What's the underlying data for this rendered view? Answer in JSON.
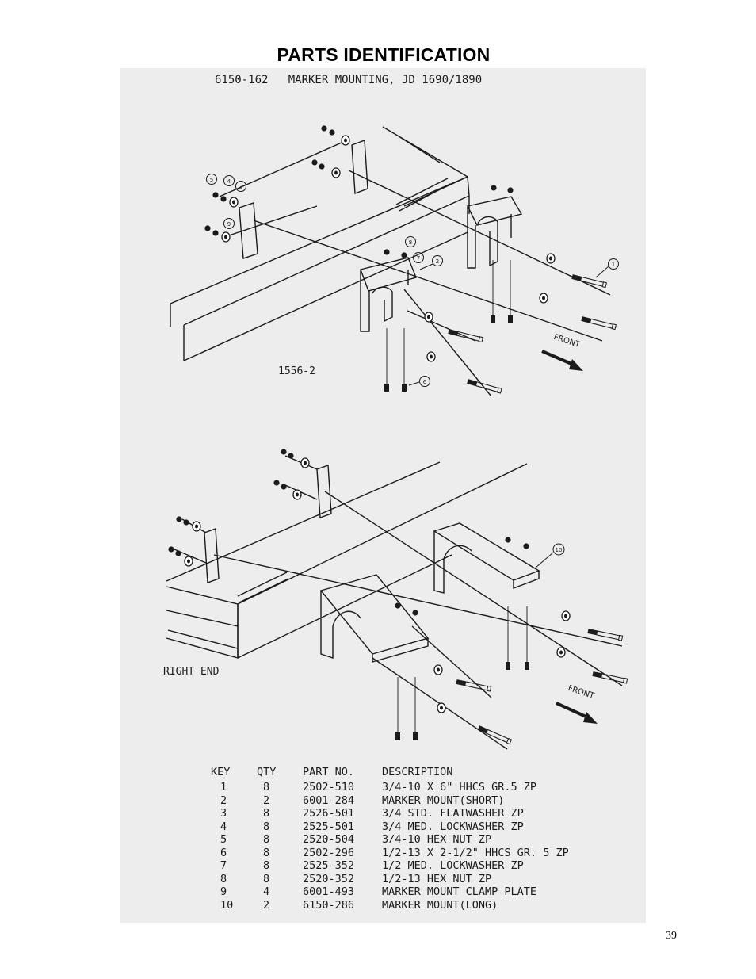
{
  "page": {
    "heading": "PARTS IDENTIFICATION",
    "page_number": "39"
  },
  "drawing": {
    "title": "6150-162   MARKER MOUNTING, JD 1690/1890",
    "top_view_ref": "1556-2",
    "bottom_view_label": "RIGHT END",
    "front_label": "FRONT",
    "callout_keys": [
      "1",
      "2",
      "3",
      "4",
      "5",
      "6",
      "7",
      "8",
      "9",
      "10"
    ]
  },
  "parts_table": {
    "headers": [
      "KEY",
      "QTY",
      "PART NO.",
      "DESCRIPTION"
    ],
    "rows": [
      {
        "key": "1",
        "qty": "8",
        "part_no": "2502-510",
        "description": "3/4-10 X 6\" HHCS GR.5 ZP"
      },
      {
        "key": "2",
        "qty": "2",
        "part_no": "6001-284",
        "description": "MARKER MOUNT(SHORT)"
      },
      {
        "key": "3",
        "qty": "8",
        "part_no": "2526-501",
        "description": "3/4 STD. FLATWASHER ZP"
      },
      {
        "key": "4",
        "qty": "8",
        "part_no": "2525-501",
        "description": "3/4 MED. LOCKWASHER ZP"
      },
      {
        "key": "5",
        "qty": "8",
        "part_no": "2520-504",
        "description": "3/4-10 HEX NUT ZP"
      },
      {
        "key": "6",
        "qty": "8",
        "part_no": "2502-296",
        "description": "1/2-13 X 2-1/2\" HHCS GR. 5 ZP"
      },
      {
        "key": "7",
        "qty": "8",
        "part_no": "2525-352",
        "description": "1/2 MED. LOCKWASHER ZP"
      },
      {
        "key": "8",
        "qty": "8",
        "part_no": "2520-352",
        "description": "1/2-13 HEX NUT ZP"
      },
      {
        "key": "9",
        "qty": "4",
        "part_no": "6001-493",
        "description": "MARKER MOUNT CLAMP PLATE"
      },
      {
        "key": "10",
        "qty": "2",
        "part_no": "6150-286",
        "description": "MARKER MOUNT(LONG)"
      }
    ]
  }
}
